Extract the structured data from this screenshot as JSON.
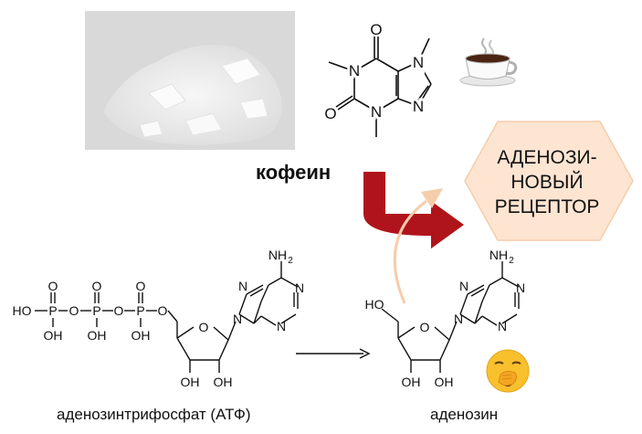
{
  "caffeine": {
    "label": "кофеин",
    "atoms": {
      "o_top": "O",
      "o_left": "O",
      "n1": "N",
      "n3": "N",
      "n7": "N",
      "n9": "N"
    }
  },
  "receptor": {
    "lines": [
      "АДЕНОЗИ-",
      "НОВЫЙ",
      "РЕЦЕПТОР"
    ],
    "fill_color": "#fde5d2",
    "border_color": "#f7ccab"
  },
  "atp": {
    "label": "аденозинтрифосфат (АТФ)",
    "atoms": {
      "ho": "HO",
      "p": "P",
      "o": "O",
      "oh": "OH",
      "nh2": "NH",
      "n": "N"
    }
  },
  "adenosine": {
    "label": "аденозин",
    "atoms": {
      "ho": "HO",
      "oh": "OH",
      "nh2": "NH",
      "n": "N",
      "o": "O"
    }
  },
  "colors": {
    "block_arrow": "#b0141b",
    "curved_arrow": "#f6cda9"
  },
  "icons": [
    "coffee-cup-icon",
    "yawning-face-icon"
  ]
}
